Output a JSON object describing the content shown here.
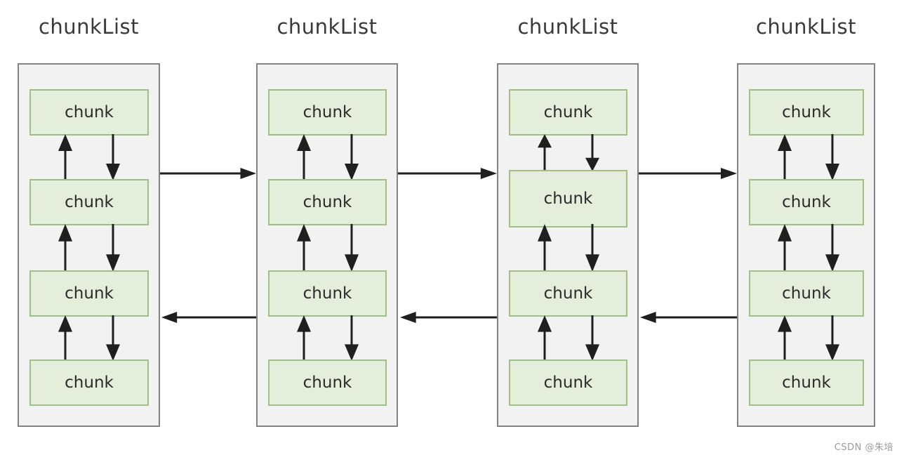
{
  "columns": [
    {
      "title": "chunkList",
      "chunks": [
        "chunk",
        "chunk",
        "chunk",
        "chunk"
      ]
    },
    {
      "title": "chunkList",
      "chunks": [
        "chunk",
        "chunk",
        "chunk",
        "chunk"
      ]
    },
    {
      "title": "chunkList",
      "chunks": [
        "chunk",
        "chunk",
        "chunk",
        "chunk"
      ]
    },
    {
      "title": "chunkList",
      "chunks": [
        "chunk",
        "chunk",
        "chunk",
        "chunk"
      ]
    }
  ],
  "icons": {
    "up_arrow": "↑",
    "down_arrow": "↓",
    "next_list_arrow": "→",
    "prev_list_arrow": "←"
  },
  "colors": {
    "chunk_fill": "#e3eedb",
    "chunk_border": "#a0bf85",
    "list_fill": "#f2f2f2",
    "list_border": "#838383",
    "arrow": "#1f1f1f",
    "title_text": "#3a3a3a",
    "chunk_text": "#2b2b2b",
    "watermark": "#9b9b9b",
    "page_bg": "#ffffff"
  },
  "watermark": "CSDN @朱培"
}
